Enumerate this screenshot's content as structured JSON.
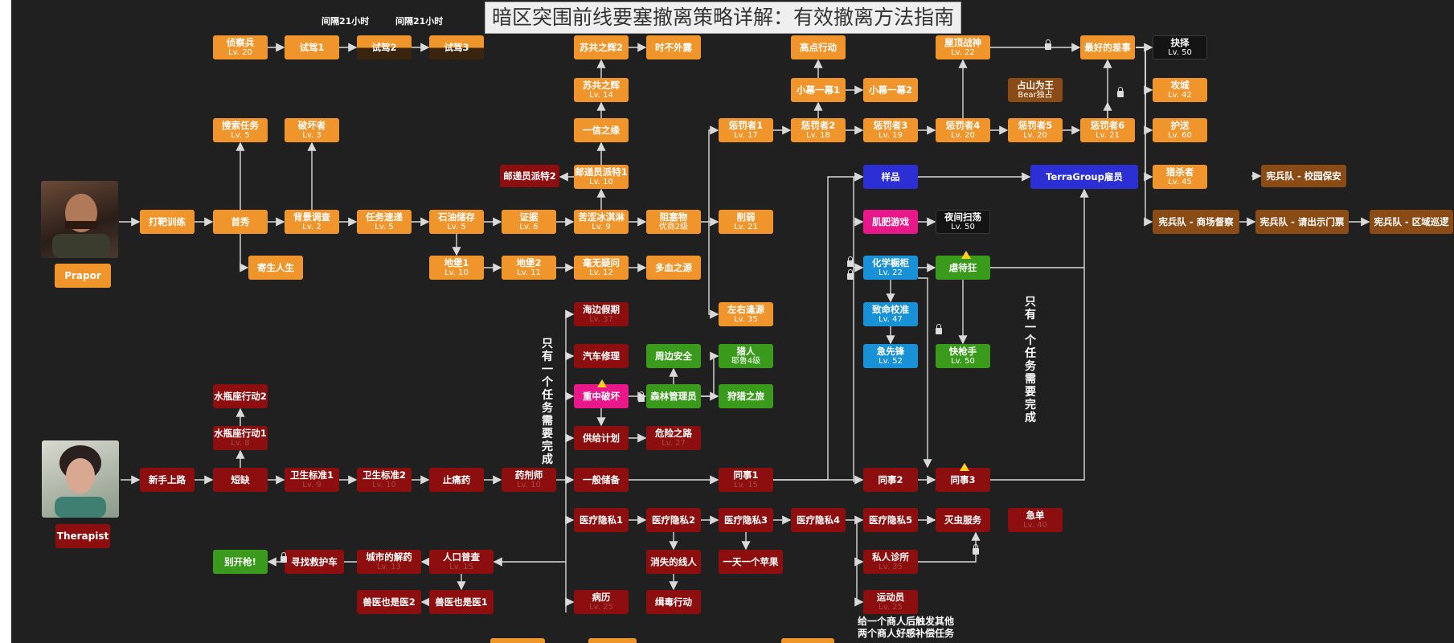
{
  "title": "暗区突围前线要塞撤离策略详解：有效撤离方法指南",
  "interval_labels": [
    "间隔21小时",
    "间隔21小时"
  ],
  "prapor": {
    "name": "Prapor"
  },
  "therapist": {
    "name": "Therapist"
  },
  "note_one_task": "只有一个任务需要完成",
  "note_bottom": "给一个商人后触发其他\n两个商人好感补偿任务",
  "nodes": {
    "pa": {
      "name": "侦察兵",
      "lv": "Lv. 20"
    },
    "pb": {
      "name": "试驾1",
      "lv": ""
    },
    "pc": {
      "name": "试驾2",
      "lv": ""
    },
    "pd": {
      "name": "试驾3",
      "lv": ""
    },
    "pe": {
      "name": "搜索任务",
      "lv": "Lv. 5"
    },
    "pf": {
      "name": "破坏者",
      "lv": "Lv. 3"
    },
    "pg": {
      "name": "打靶训练",
      "lv": ""
    },
    "ph": {
      "name": "首秀",
      "lv": ""
    },
    "pi": {
      "name": "寄生人生",
      "lv": ""
    },
    "pj": {
      "name": "背景调查",
      "lv": "Lv. 2"
    },
    "pk": {
      "name": "任务速递",
      "lv": "Lv. 5"
    },
    "pl": {
      "name": "石油储存",
      "lv": "Lv. 5"
    },
    "pm": {
      "name": "证据",
      "lv": "Lv. 6"
    },
    "pn": {
      "name": "苦涩冰淇淋",
      "lv": "Lv. 9"
    },
    "po": {
      "name": "阻塞物",
      "lv": "优商2级"
    },
    "pp": {
      "name": "削弱",
      "lv": "Lv. 21"
    },
    "pq": {
      "name": "地堡1",
      "lv": "Lv. 10"
    },
    "pr": {
      "name": "地堡2",
      "lv": "Lv. 11"
    },
    "ps": {
      "name": "毫无疑问",
      "lv": "Lv. 12"
    },
    "pt": {
      "name": "多血之源",
      "lv": ""
    },
    "pu": {
      "name": "邮递员派特2",
      "lv": ""
    },
    "pv": {
      "name": "邮递员派特1",
      "lv": "Lv. 10"
    },
    "pw": {
      "name": "一信之缘",
      "lv": ""
    },
    "px": {
      "name": "苏共之辉",
      "lv": "Lv. 14"
    },
    "py": {
      "name": "苏共之辉2",
      "lv": ""
    },
    "pz": {
      "name": "时不外露",
      "lv": ""
    },
    "qa": {
      "name": "高点行动",
      "lv": ""
    },
    "qb": {
      "name": "小幕一幕1",
      "lv": ""
    },
    "qc": {
      "name": "小幕一幕2",
      "lv": ""
    },
    "qd": {
      "name": "惩罚者1",
      "lv": "Lv. 17"
    },
    "qe": {
      "name": "惩罚者2",
      "lv": "Lv. 18"
    },
    "qf": {
      "name": "惩罚者3",
      "lv": "Lv. 19"
    },
    "qg": {
      "name": "惩罚者4",
      "lv": "Lv. 20"
    },
    "qh": {
      "name": "惩罚者5",
      "lv": "Lv. 20"
    },
    "qi": {
      "name": "惩罚者6",
      "lv": "Lv. 21"
    },
    "qj": {
      "name": "屋顶战神",
      "lv": "Lv. 22"
    },
    "qk": {
      "name": "占山为王",
      "lv": "Bear独占"
    },
    "ql": {
      "name": "最好的差事",
      "lv": ""
    },
    "qm": {
      "name": "抉择",
      "lv": "Lv. 50"
    },
    "qn": {
      "name": "攻城",
      "lv": "Lv. 42"
    },
    "qo": {
      "name": "护送",
      "lv": "Lv. 60"
    },
    "qp": {
      "name": "猎杀者",
      "lv": "Lv. 45"
    },
    "qq": {
      "name": "宪兵队 - 校园保安",
      "lv": ""
    },
    "qr": {
      "name": "宪兵队 - 商场督察",
      "lv": ""
    },
    "qs": {
      "name": "宪兵队 - 请出示门票",
      "lv": ""
    },
    "qt": {
      "name": "宪兵队 - 区域巡逻",
      "lv": ""
    },
    "qu": {
      "name": "左右逢源",
      "lv": "Lv. 35"
    },
    "qv": {
      "name": "样品",
      "lv": ""
    },
    "qw": {
      "name": "TerraGroup雇员",
      "lv": ""
    },
    "qx": {
      "name": "肌肥游戏",
      "lv": ""
    },
    "qy": {
      "name": "夜间扫荡",
      "lv": "Lv. 50"
    },
    "qz": {
      "name": "化学橱柜",
      "lv": "Lv. 22"
    },
    "ra": {
      "name": "虐待狂",
      "lv": ""
    },
    "rb": {
      "name": "致命校准",
      "lv": "Lv. 47"
    },
    "rc": {
      "name": "急先锋",
      "lv": "Lv. 52"
    },
    "rd": {
      "name": "快枪手",
      "lv": "Lv. 50"
    },
    "re": {
      "name": "海边假期",
      "lv": "Lv. 37"
    },
    "rf": {
      "name": "汽车修理",
      "lv": ""
    },
    "rg": {
      "name": "重中破坏",
      "lv": ""
    },
    "rh": {
      "name": "供给计划",
      "lv": ""
    },
    "ri": {
      "name": "危险之路",
      "lv": "Lv. 27"
    },
    "rj": {
      "name": "周边安全",
      "lv": ""
    },
    "rk": {
      "name": "森林管理员",
      "lv": ""
    },
    "rl": {
      "name": "猎人",
      "lv": "耶鲁4级"
    },
    "rm": {
      "name": "狩猎之旅",
      "lv": ""
    },
    "rn": {
      "name": "水瓶座行动2",
      "lv": ""
    },
    "ro": {
      "name": "水瓶座行动1",
      "lv": "Lv. 8"
    },
    "rp": {
      "name": "新手上路",
      "lv": ""
    },
    "rq": {
      "name": "短缺",
      "lv": ""
    },
    "rr": {
      "name": "卫生标准1",
      "lv": "Lv. 9"
    },
    "rs": {
      "name": "卫生标准2",
      "lv": "Lv. 10"
    },
    "rt": {
      "name": "止痛药",
      "lv": ""
    },
    "ru": {
      "name": "药剂师",
      "lv": "Lv. 10"
    },
    "rv": {
      "name": "一般储备",
      "lv": ""
    },
    "rw": {
      "name": "同事1",
      "lv": "Lv. 15"
    },
    "rx": {
      "name": "同事2",
      "lv": ""
    },
    "ry": {
      "name": "同事3",
      "lv": ""
    },
    "rz": {
      "name": "医疗隐私1",
      "lv": ""
    },
    "sa": {
      "name": "医疗隐私2",
      "lv": ""
    },
    "sb": {
      "name": "医疗隐私3",
      "lv": ""
    },
    "sc": {
      "name": "医疗隐私4",
      "lv": ""
    },
    "sd": {
      "name": "医疗隐私5",
      "lv": ""
    },
    "se": {
      "name": "灭虫服务",
      "lv": ""
    },
    "sf": {
      "name": "急单",
      "lv": "Lv. 40"
    },
    "sg": {
      "name": "私人诊所",
      "lv": "Lv. 35"
    },
    "sh": {
      "name": "运动员",
      "lv": "Lv. 25"
    },
    "si": {
      "name": "消失的线人",
      "lv": ""
    },
    "sj": {
      "name": "一天一个苹果",
      "lv": ""
    },
    "sk": {
      "name": "病历",
      "lv": "Lv. 25"
    },
    "sl": {
      "name": "缉毒行动",
      "lv": ""
    },
    "sm": {
      "name": "别开枪!",
      "lv": ""
    },
    "sn": {
      "name": "寻找救护车",
      "lv": ""
    },
    "so": {
      "name": "城市的解药",
      "lv": "Lv. 13"
    },
    "sp": {
      "name": "人口普查",
      "lv": "Lv. 15"
    },
    "sq": {
      "name": "兽医也是医2",
      "lv": ""
    },
    "sr": {
      "name": "兽医也是医1",
      "lv": ""
    }
  },
  "colors": {
    "background": "#202020",
    "prapor_orange": "#f0952b",
    "therapist_red": "#8c0e0e",
    "green": "#3a9a1c",
    "blue": "#1991d6",
    "pink": "#e8188a",
    "terragroup_blue": "#2b2fd4",
    "arrow": "#d9d9d9"
  }
}
